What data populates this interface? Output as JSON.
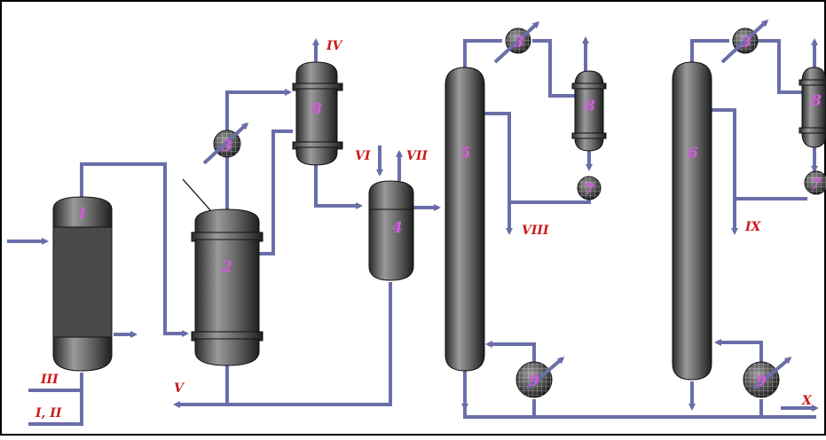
{
  "colors": {
    "pipe": "#6a6ea8",
    "vessel_dark": "#3c3c3c",
    "vessel_light": "#8a8a8a",
    "number_label": "#d45adf",
    "stream_label": "#cc1a1a",
    "frame": "#000000"
  },
  "equipment": {
    "vessel_1": "1",
    "vessel_2": "2",
    "exchanger_3a": "3",
    "exchanger_3b": "3",
    "exchanger_3c": "3",
    "vessel_4": "4",
    "column_5": "5",
    "column_6": "6",
    "pump_7a": "7",
    "pump_7b": "7",
    "drum_8a": "8",
    "drum_8b": "8",
    "drum_8c": "8",
    "exchanger_9a": "9",
    "exchanger_9b": "9"
  },
  "streams": {
    "s_I_II": "I, II",
    "s_III": "III",
    "s_IV": "IV",
    "s_V": "V",
    "s_VI": "VI",
    "s_VII": "VII",
    "s_VIII": "VIII",
    "s_IX": "IX",
    "s_X": "X"
  }
}
